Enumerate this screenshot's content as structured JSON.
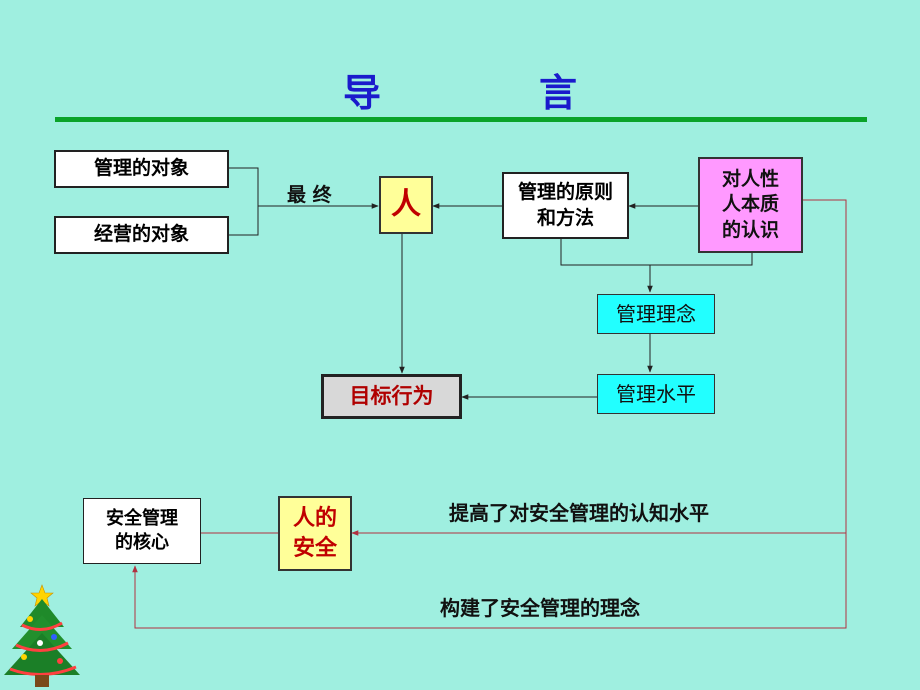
{
  "title": "导　言",
  "boxes": {
    "management_object": "管理的对象",
    "business_object": "经营的对象",
    "person": "人",
    "principles": "管理的原则和方法",
    "human_nature": "对人性人本质的认识",
    "philosophy": "管理理念",
    "level": "管理水平",
    "target_behavior": "目标行为",
    "safety_core": "安全管理的核心",
    "human_safety": "人的安全"
  },
  "labels": {
    "ultimately": "最 终",
    "raise_level": "提高了对安全管理的认知水平",
    "build_concept": "构建了安全管理的理念"
  },
  "colors": {
    "background": "#9fefe0",
    "title": "#1a1acc",
    "rule": "#0aa32a",
    "cyan_box": "#22ffff",
    "yellow_box": "#ffff99",
    "pink_box": "#ff99ff",
    "red_line": "#b03040"
  },
  "decoration": "christmas-tree-icon"
}
